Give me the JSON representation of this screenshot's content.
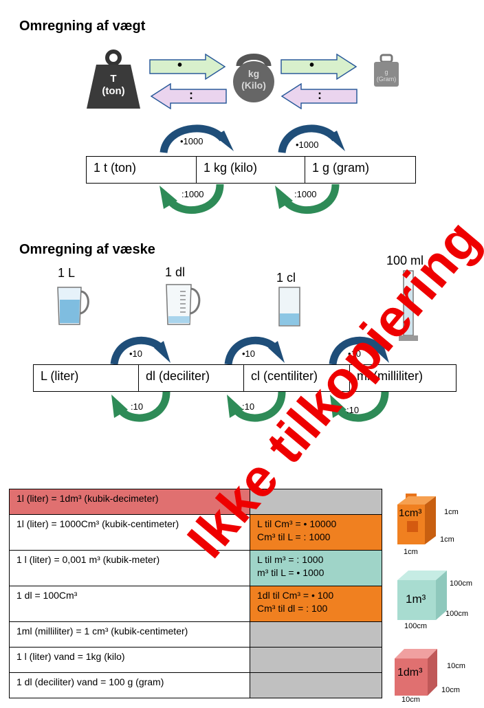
{
  "weight": {
    "heading": "Omregning af vægt",
    "ton_icon": {
      "line1": "T",
      "line2": "(ton)"
    },
    "kg_icon": {
      "line1": "kg",
      "line2": "(Kilo)"
    },
    "g_icon": {
      "line1": "g",
      "line2": "(Gram)"
    },
    "multiply_symbol": "•",
    "divide_symbol": ":",
    "row": [
      "1 t (ton)",
      "1 kg (kilo)",
      "1 g (gram)"
    ],
    "top_arrows": [
      "•1000",
      "•1000"
    ],
    "bottom_arrows": [
      ":1000",
      ":1000"
    ]
  },
  "liquid": {
    "heading": "Omregning af væske",
    "icons": [
      "1 L",
      "1 dl",
      "1 cl",
      "100 ml"
    ],
    "row": [
      "L (liter)",
      "dl (deciliter)",
      "cl (centiliter)",
      "ml (milliliter)"
    ],
    "top_arrows": [
      "•10",
      "•10",
      "•10"
    ],
    "bottom_arrows": [
      ":10",
      ":10",
      ":10"
    ]
  },
  "table": {
    "rows": [
      {
        "left": "1l (liter) = 1dm³ (kubik-decimeter)",
        "right": "",
        "left_bg": "#e07070",
        "right_bg": "#c0c0c0"
      },
      {
        "left": "1l (liter) = 1000Cm³ (kubik-centimeter)",
        "right": "L til Cm³ = • 10000\nCm³ til L = : 1000",
        "left_bg": "#ffffff",
        "right_bg": "#f08020"
      },
      {
        "left": "1 l (liter) = 0,001 m³ (kubik-meter)",
        "right": "L til m³ = : 1000\nm³ til L = • 1000",
        "left_bg": "#ffffff",
        "right_bg": "#9fd4c8"
      },
      {
        "left": "1 dl = 100Cm³",
        "right": "1dl til Cm³ = • 100\nCm³ til dl = : 100",
        "left_bg": "#ffffff",
        "right_bg": "#f08020"
      },
      {
        "left": "1ml (milliliter) = 1 cm³ (kubik-centimeter)",
        "right": "",
        "left_bg": "#ffffff",
        "right_bg": "#c0c0c0"
      },
      {
        "left": "1 l (liter) vand = 1kg (kilo)",
        "right": "",
        "left_bg": "#ffffff",
        "right_bg": "#c0c0c0"
      },
      {
        "left": "1 dl (deciliter) vand = 100 g (gram)",
        "right": "",
        "left_bg": "#ffffff",
        "right_bg": "#c0c0c0"
      }
    ]
  },
  "cubes": {
    "cm3": {
      "label": "1cm³",
      "side": "1cm",
      "depth": "1cm",
      "bottom": "1cm",
      "color": "#f08020"
    },
    "m3": {
      "label": "1m³",
      "side": "100cm",
      "depth": "100cm",
      "bottom": "100cm",
      "color": "#a8dcd0"
    },
    "dm3": {
      "label": "1dm³",
      "side": "10cm",
      "depth": "10cm",
      "bottom": "10cm",
      "color": "#e07070"
    }
  },
  "watermark": "Ikke tilkopiering"
}
